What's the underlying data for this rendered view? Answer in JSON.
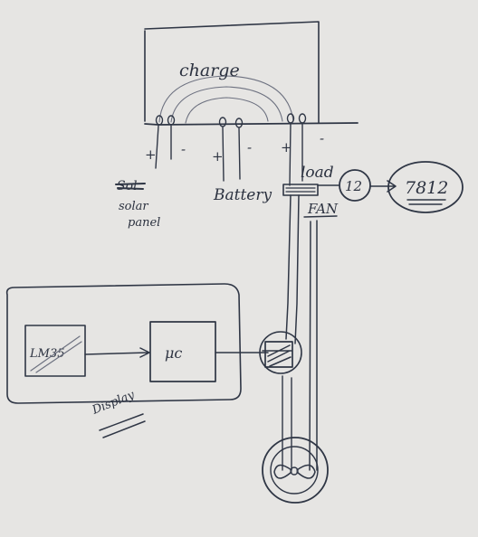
{
  "labels": {
    "charge": "charge",
    "plus": "+",
    "minus": "-",
    "solar_struck": "Sol",
    "solar_line1": "solar",
    "solar_line2": "panel",
    "battery": "Battery",
    "load": "load",
    "twelve": "12",
    "regulator": "7812",
    "fan": "FAN",
    "sensor": "LM35",
    "controller": "μc",
    "display": "Display"
  },
  "colors": {
    "paper": "#e6e5e3",
    "ink": "#2f3645"
  }
}
